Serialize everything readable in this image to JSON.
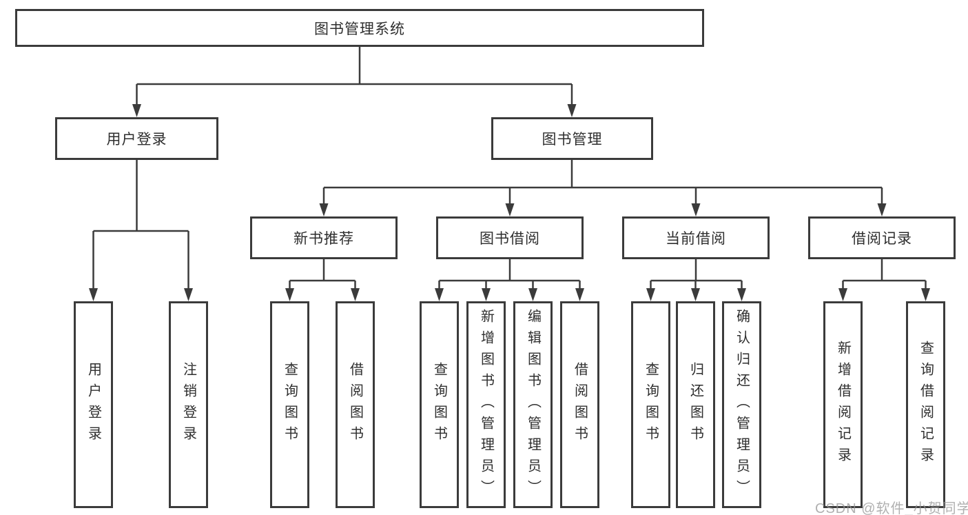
{
  "diagram": {
    "root": {
      "label": "图书管理系统"
    },
    "level2": [
      {
        "label": "用户登录"
      },
      {
        "label": "图书管理"
      }
    ],
    "level3": [
      {
        "label": "新书推荐"
      },
      {
        "label": "图书借阅"
      },
      {
        "label": "当前借阅"
      },
      {
        "label": "借阅记录"
      }
    ],
    "leaves": {
      "user_login": [
        "用户登录",
        "注销登录"
      ],
      "new_books": [
        "查询图书",
        "借阅图书"
      ],
      "borrow": [
        "查询图书",
        "新增图书（管理员）",
        "编辑图书（管理员）",
        "借阅图书"
      ],
      "current": [
        "查询图书",
        "归还图书",
        "确认归还（管理员）"
      ],
      "records": [
        "新增借阅记录",
        "查询借阅记录"
      ]
    },
    "watermark": "CSDN @软件_小贺同学",
    "colors": {
      "line": "#3b3b3b",
      "text": "#2e2e2e",
      "background": "#ffffff",
      "watermark": "#969696"
    }
  }
}
